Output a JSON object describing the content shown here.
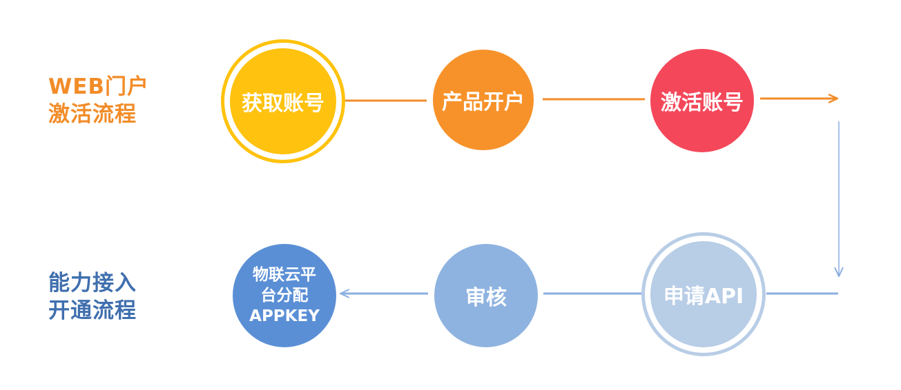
{
  "rows": {
    "top": {
      "title_line1": "WEB门户",
      "title_line2": "激活流程",
      "color": "#f28c28"
    },
    "bottom": {
      "title_line1": "能力接入",
      "title_line2": "开通流程",
      "color": "#3f6fae"
    }
  },
  "nodes": {
    "get_account": {
      "label": "获取账号",
      "color": "#ffc20e",
      "ring_color": "#ffc20e"
    },
    "open_product": {
      "label": "产品开户",
      "color": "#f7922a"
    },
    "activate_account": {
      "label": "激活账号",
      "color": "#f4485a"
    },
    "apply_api": {
      "label": "申请API",
      "color": "#b8cde6",
      "ring_color": "#b8cde6"
    },
    "review": {
      "label": "审核",
      "color": "#8fb3e0"
    },
    "assign_appkey": {
      "label_line1": "物联云平",
      "label_line2": "台分配",
      "label_line3": "APPKEY",
      "color": "#5a8fd6"
    }
  },
  "colors": {
    "orange_line": "#f28c28",
    "blue_line": "#8aaee0"
  }
}
